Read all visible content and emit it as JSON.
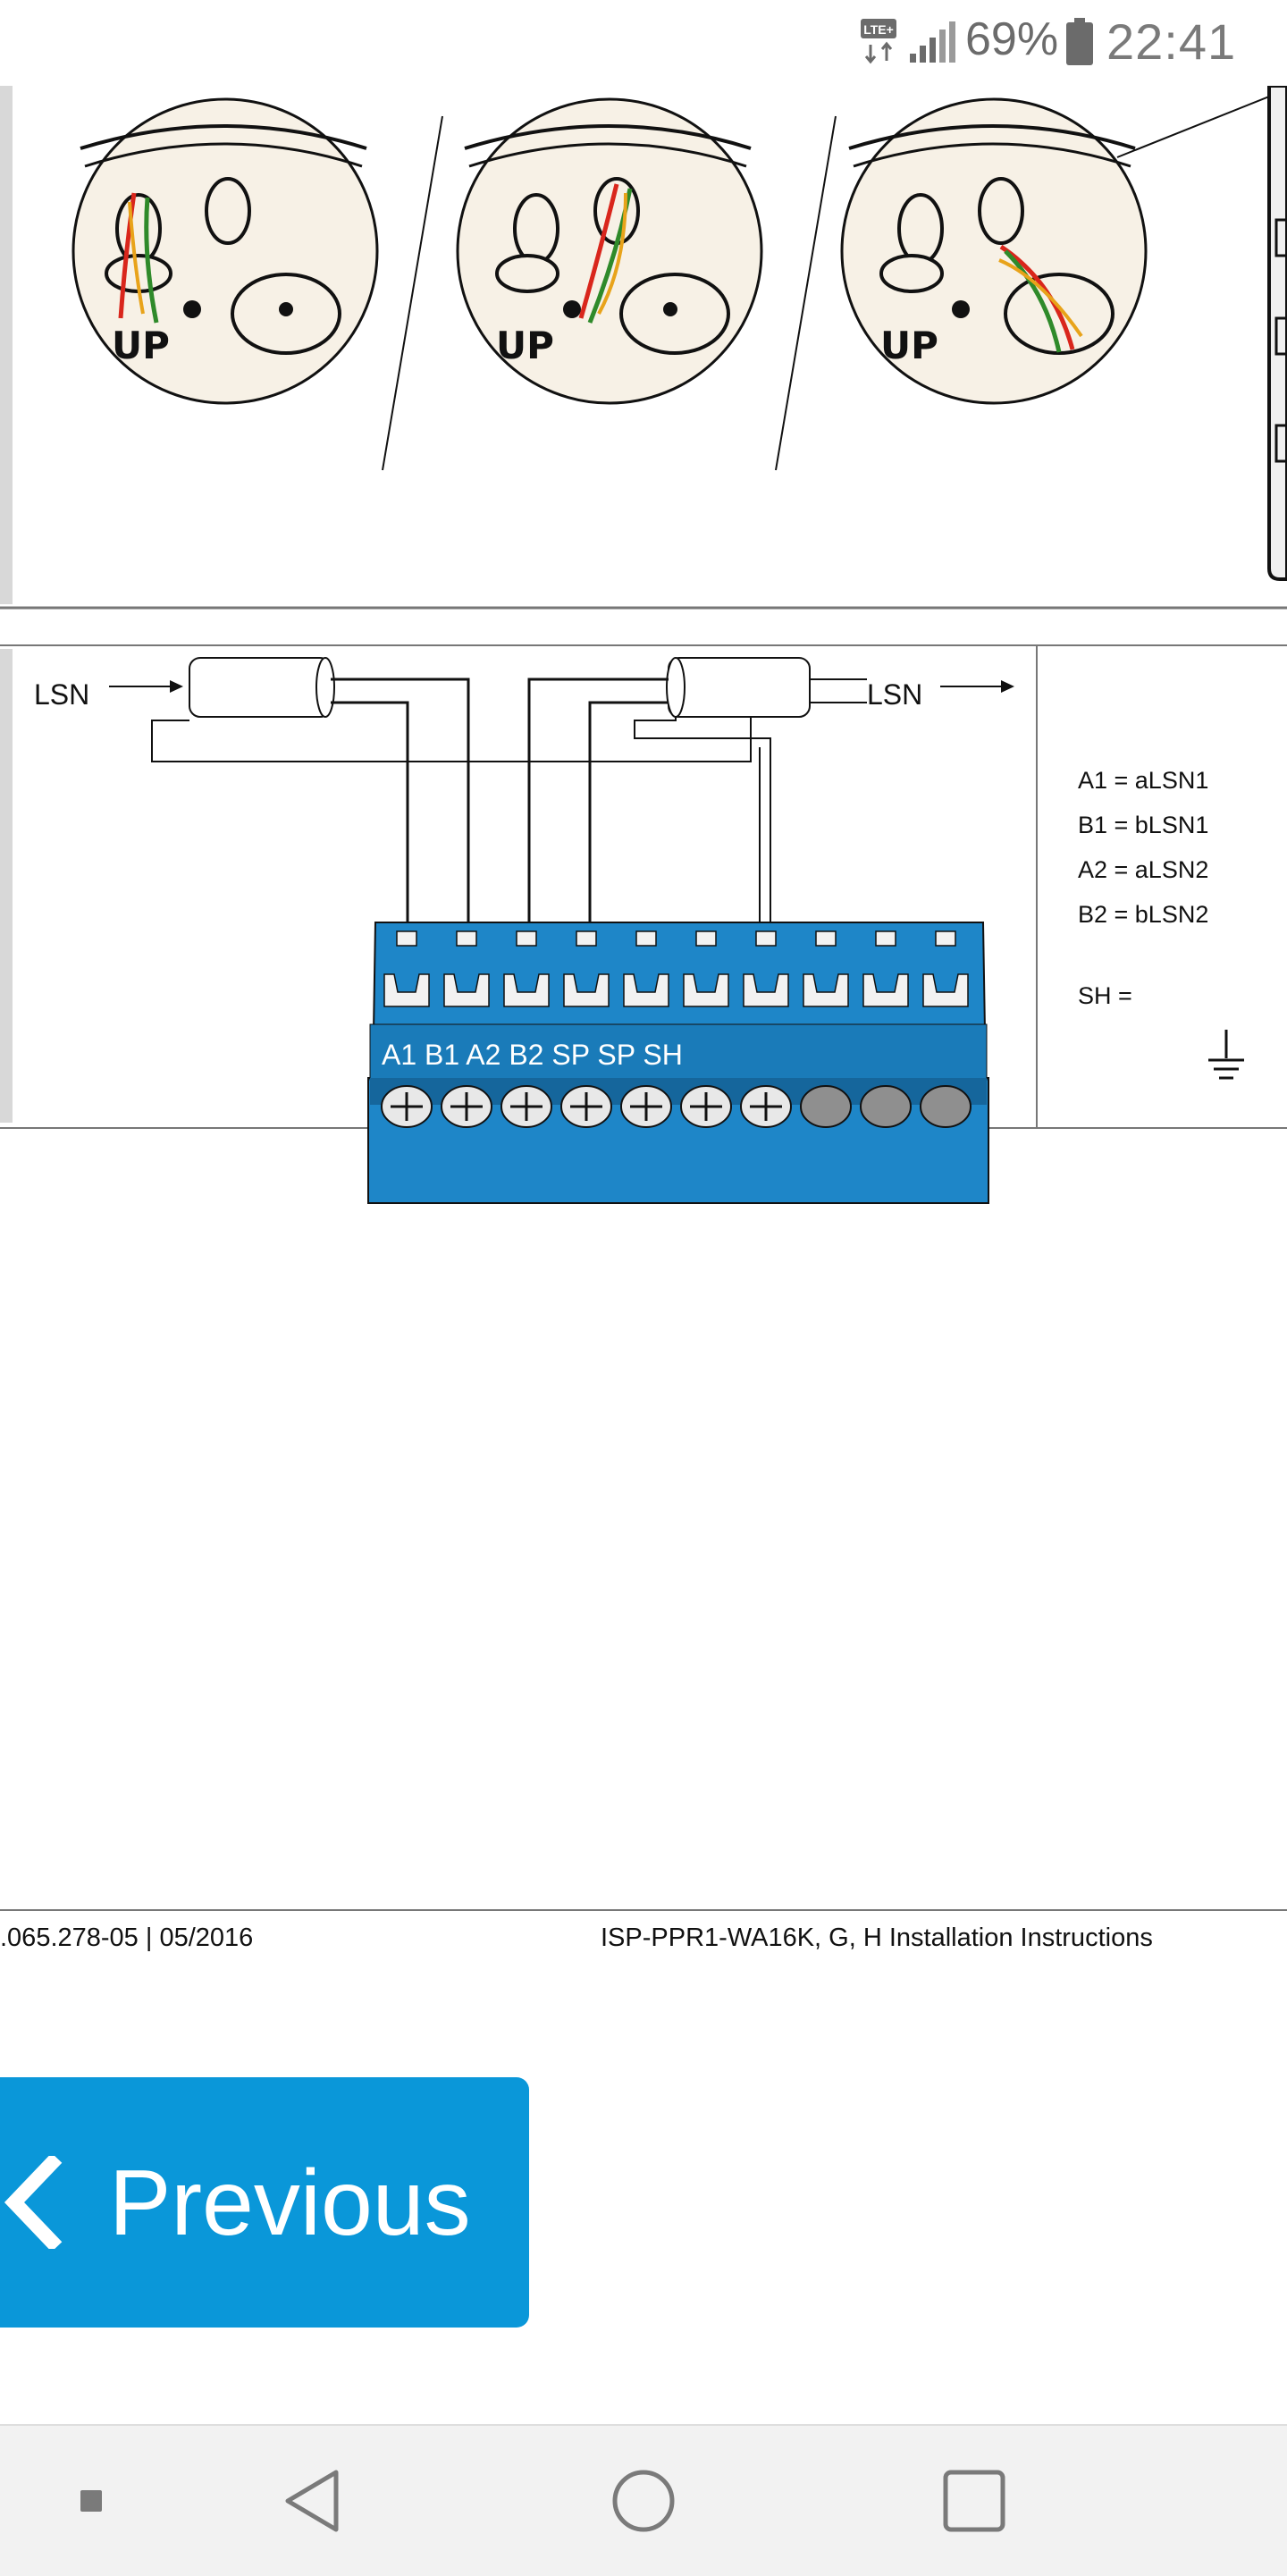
{
  "status_bar": {
    "network_badge": "LTE+",
    "battery_percent": "69%",
    "time": "22:41",
    "icons": [
      "lte-icon",
      "signal-icon",
      "battery-icon"
    ]
  },
  "document": {
    "diagram": {
      "lsn_in_label": "LSN",
      "lsn_out_label": "LSN",
      "jumper_label": "UP",
      "terminal_labels": [
        "A1",
        "B1",
        "A2",
        "B2",
        "SP",
        "SP",
        "SH"
      ],
      "legend": [
        {
          "text": "A1 = aLSN1"
        },
        {
          "text": "B1 = bLSN1"
        },
        {
          "text": "A2 = aLSN2"
        },
        {
          "text": "B2 = bLSN2"
        },
        {
          "text": "SH ="
        }
      ],
      "colors": {
        "terminal_block": "#1e86c8",
        "terminal_dark": "#15669c",
        "wire_red": "#d9261c",
        "wire_green": "#2f8a2a",
        "wire_orange": "#e8a31a"
      }
    },
    "footer": {
      "doc_number": ".065.278-05 | 05/2016",
      "doc_title": "ISP-PPR1-WA16K, G, H Installation Instructions"
    }
  },
  "navigation": {
    "previous_label": "Previous",
    "accent_color": "#0a97d9"
  },
  "nav_bar": {
    "buttons": [
      "recent-apps-small-icon",
      "back-icon",
      "home-icon",
      "overview-icon"
    ]
  }
}
